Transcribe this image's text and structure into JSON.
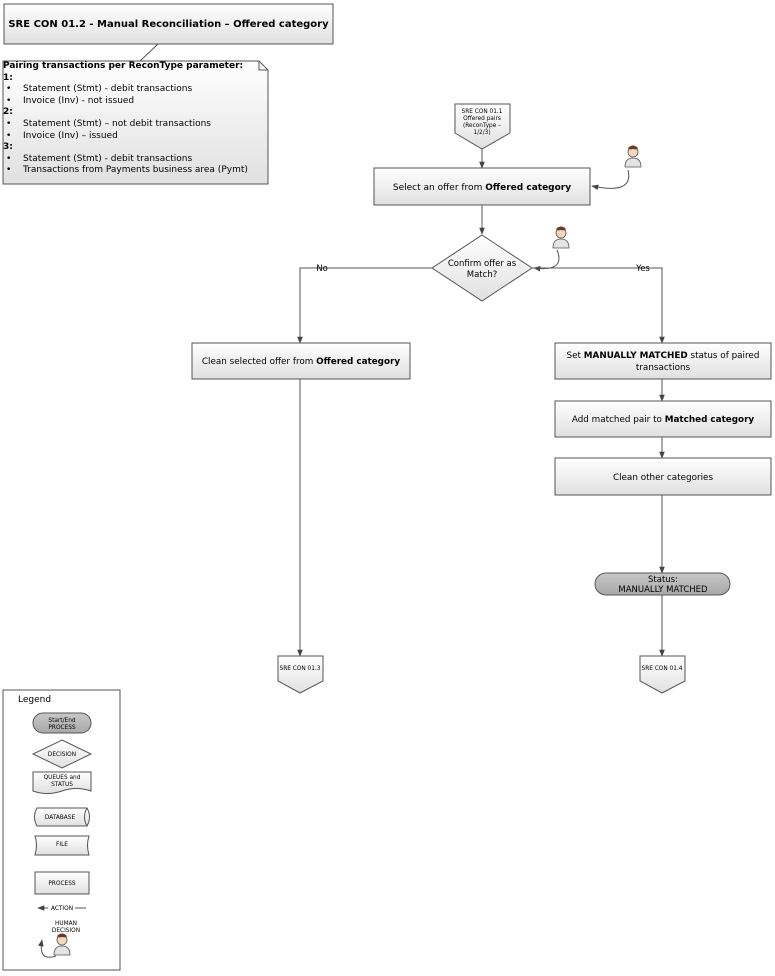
{
  "title": "SRE CON 01.2 - Manual Reconciliation – Offered category",
  "note": {
    "header": "Pairing transactions per ReconType parameter:",
    "groups": [
      {
        "num": "1:",
        "items": [
          "Statement (Stmt) - debit transactions",
          "Invoice (Inv) - not issued"
        ]
      },
      {
        "num": "2:",
        "items": [
          "Statement (Stmt) – not debit transactions",
          "Invoice (Inv) – issued"
        ]
      },
      {
        "num": "3:",
        "items": [
          "Statement (Stmt) - debit transactions",
          "Transactions from Payments business area (Pymt)"
        ]
      }
    ]
  },
  "flow": {
    "start_ref": [
      "SRE CON 01.1",
      "Offered pairs",
      "(ReconType –",
      "1/2/3)"
    ],
    "select_offer": {
      "pre": "Select an offer from ",
      "bold": "Offered category"
    },
    "decision": [
      "Confirm offer as",
      "Match?"
    ],
    "no_label": "No",
    "yes_label": "Yes",
    "clean_selected": {
      "pre": "Clean selected offer from ",
      "bold": "Offered category"
    },
    "set_status": {
      "pre": "Set ",
      "bold": "MANUALLY MATCHED",
      "post": " status of paired",
      "line2": "transactions"
    },
    "add_pair": {
      "pre": "Add matched pair to ",
      "bold": "Matched category"
    },
    "clean_other": "Clean other categories",
    "status_terminal": [
      "Status:",
      "MANUALLY MATCHED"
    ],
    "ref_left": "SRE CON 01.3",
    "ref_right": "SRE CON 01.4"
  },
  "legend": {
    "title": "Legend",
    "start_end": [
      "Start/End",
      "PROCESS"
    ],
    "decision": "DECISION",
    "queues": [
      "QUEUES and",
      "STATUS"
    ],
    "database": "DATABASE",
    "file": "FILE",
    "process": "PROCESS",
    "action": "ACTION",
    "human": [
      "HUMAN",
      "DECISION"
    ]
  },
  "colors": {
    "box_top": "#ffffff",
    "box_bottom": "#e2e2e2",
    "terminal": "#b9b9b9",
    "stroke": "#555555"
  }
}
